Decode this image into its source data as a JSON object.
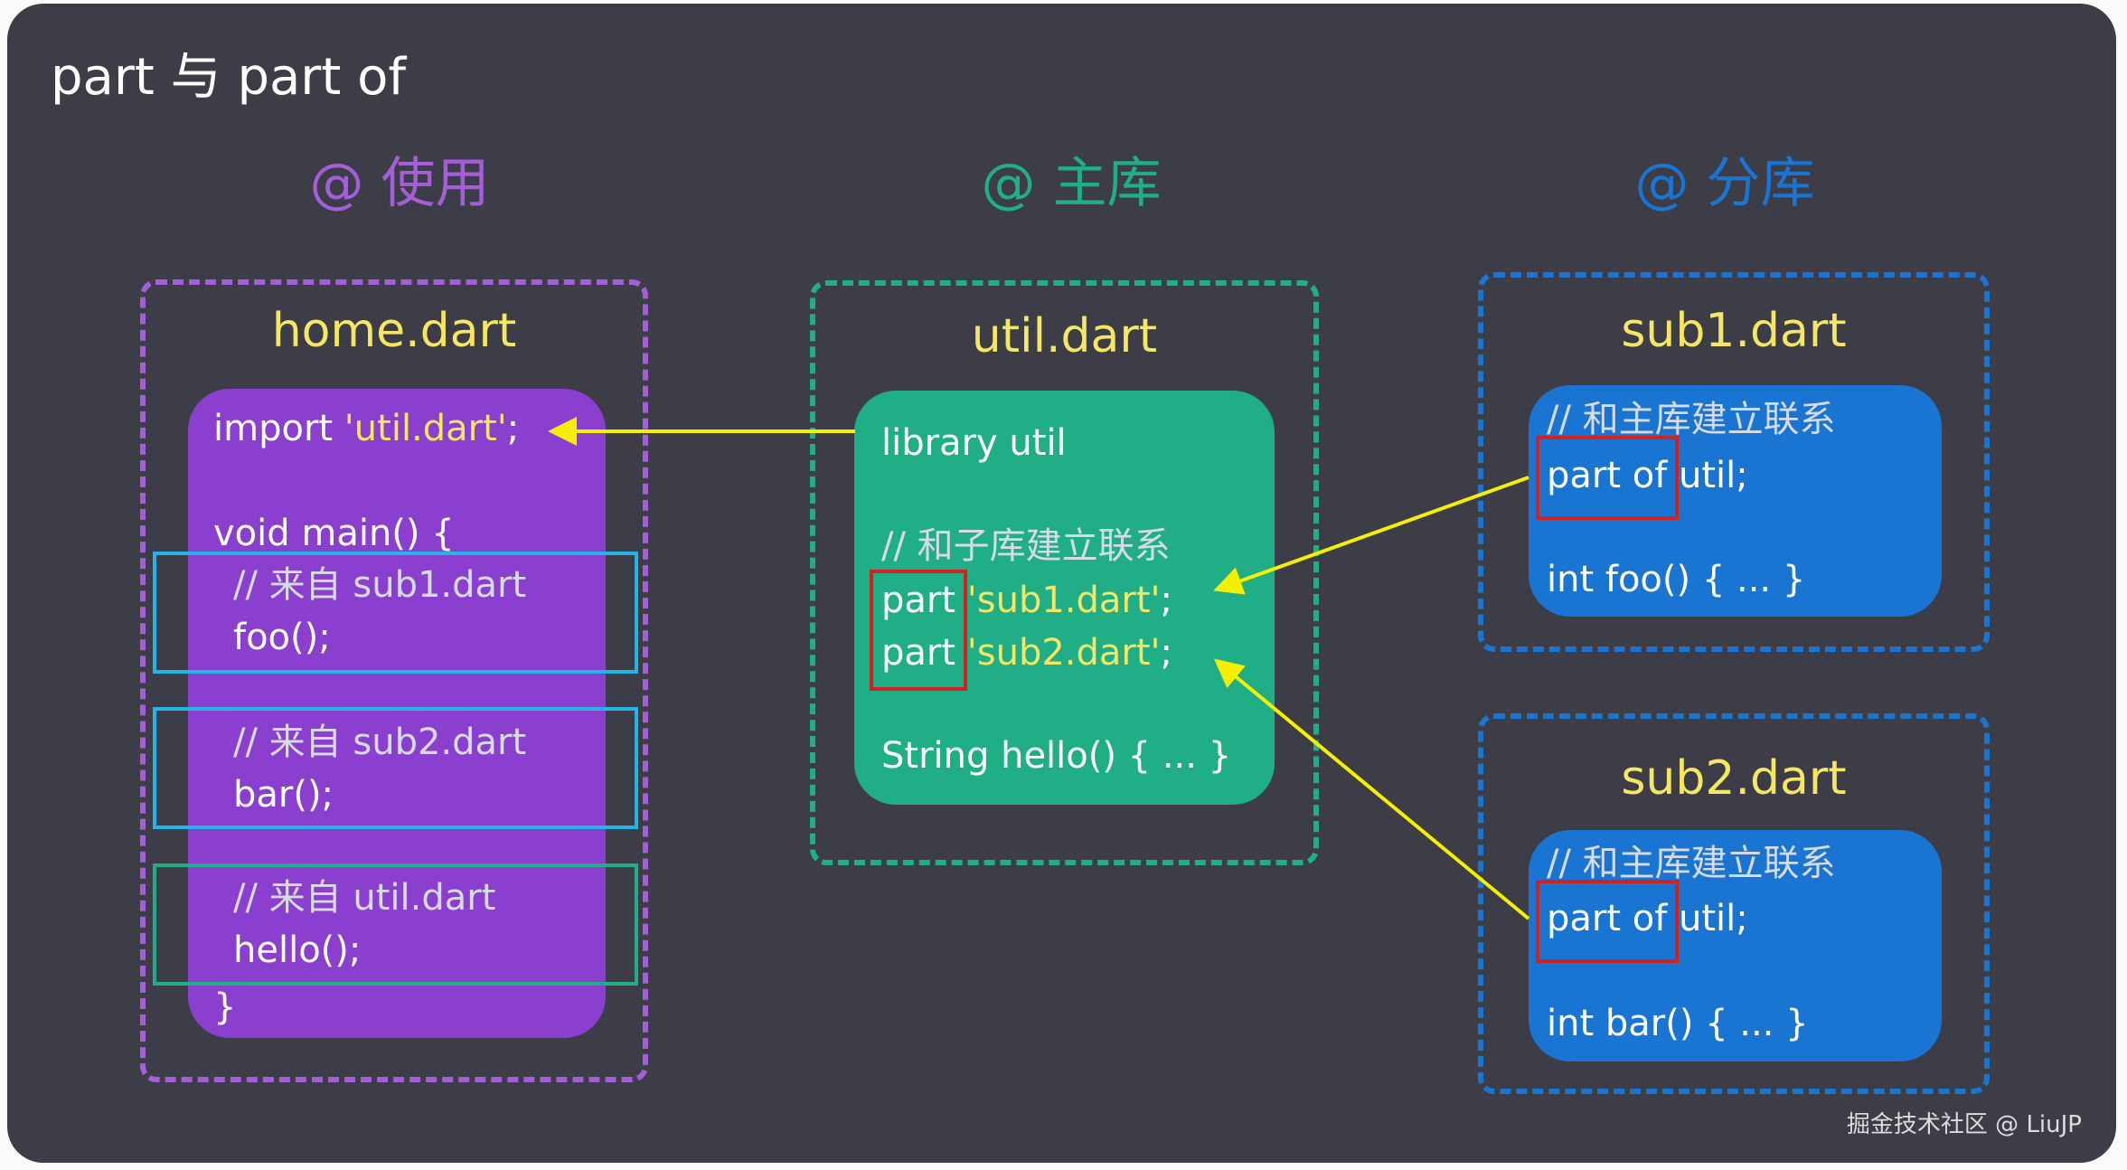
{
  "title": "part 与 part of",
  "columns": {
    "use": {
      "header": "@ 使用",
      "color": "#a45fd8"
    },
    "main": {
      "header": "@ 主库",
      "color": "#1fae86"
    },
    "sub": {
      "header": "@ 分库",
      "color": "#1a74d2"
    }
  },
  "home": {
    "filename": "home.dart",
    "import_kw": "import ",
    "import_str": "'util.dart'",
    "import_end": ";",
    "main_sig": "void main() {",
    "block1_comment": "// 来自 sub1.dart",
    "block1_call": "foo();",
    "block2_comment": "// 来自 sub2.dart",
    "block2_call": "bar();",
    "block3_comment": "// 来自 util.dart",
    "block3_call": "hello();",
    "close": "}"
  },
  "util": {
    "filename": "util.dart",
    "library": "library util",
    "comment": "// 和子库建立联系",
    "part1_kw": "part ",
    "part1_str": "'sub1.dart'",
    "part1_end": ";",
    "part2_kw": "part ",
    "part2_str": "'sub2.dart'",
    "part2_end": ";",
    "func": "String hello() { ... }"
  },
  "sub1": {
    "filename": "sub1.dart",
    "comment": "// 和主库建立联系",
    "part_of": "part of util;",
    "func": "int foo() { ... }"
  },
  "sub2": {
    "filename": "sub2.dart",
    "comment": "// 和主库建立联系",
    "part_of": "part of util;",
    "func": "int bar() { ... }"
  },
  "colors": {
    "background": "#3c3d46",
    "purple_card": "#8a3fce",
    "green_card": "#1fae86",
    "blue_card": "#1a74d2",
    "filename": "#f5e663",
    "arrow": "#f5f000",
    "highlight_red": "#d42020",
    "highlight_cyan": "#25b4e6",
    "highlight_green": "#1fae86"
  },
  "watermark": "掘金技术社区 @ LiuJP"
}
